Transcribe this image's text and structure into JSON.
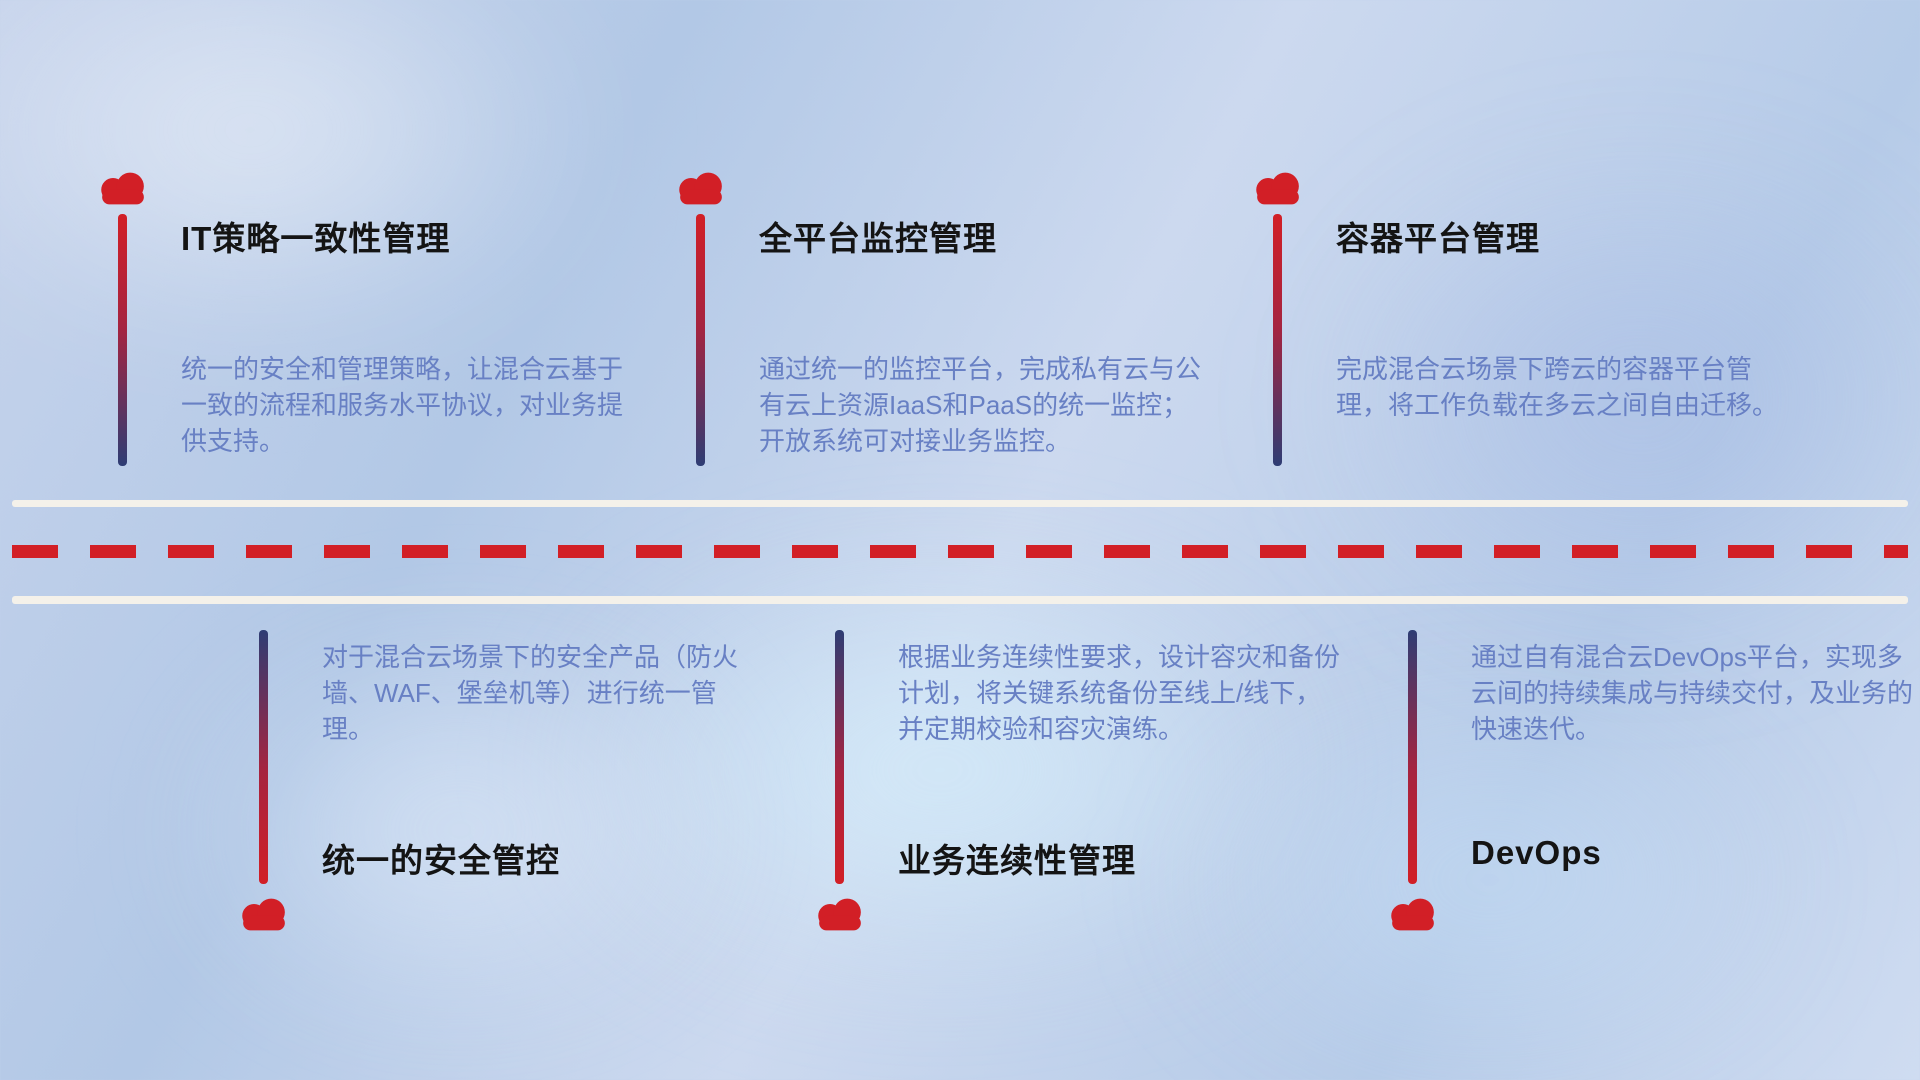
{
  "items_top": [
    {
      "title": "IT策略一致性管理",
      "desc": "统一的安全和管理策略，让混合云基于一致的流程和服务水平协议，对业务提供支持。"
    },
    {
      "title": "全平台监控管理",
      "desc": "通过统一的监控平台，完成私有云与公有云上资源IaaS和PaaS的统一监控；开放系统可对接业务监控。"
    },
    {
      "title": "容器平台管理",
      "desc": "完成混合云场景下跨云的容器平台管理，将工作负载在多云之间自由迁移。"
    }
  ],
  "items_bottom": [
    {
      "title": "统一的安全管控",
      "desc": "对于混合云场景下的安全产品（防火墙、WAF、堡垒机等）进行统一管理。"
    },
    {
      "title": "业务连续性管理",
      "desc": "根据业务连续性要求，设计容灾和备份计划，将关键系统备份至线上/线下，并定期校验和容灾演练。"
    },
    {
      "title": "DevOps",
      "desc": "通过自有混合云DevOps平台，实现多云间的持续集成与持续交付，及业务的快速迭代。"
    }
  ],
  "colors": {
    "accent_red": "#d21f26",
    "navy": "#2e3d74",
    "desc_blue": "#6880c4",
    "title_black": "#141414",
    "road_white": "#f4f1ea"
  }
}
